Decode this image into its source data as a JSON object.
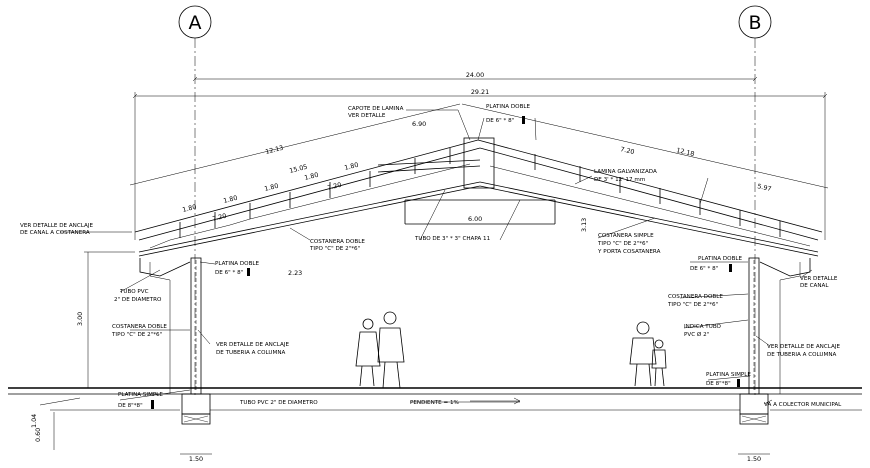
{
  "axes": {
    "left": "A",
    "right": "B"
  },
  "dimensions": {
    "total_width": "24.00",
    "roof_width": "29.21",
    "left_slope": "12.13",
    "right_slope": "12.18",
    "ridge_top": "6.90",
    "right_top": "7.20",
    "left_segments": [
      "1.80",
      "1.80",
      "1.80",
      "1.80",
      "1.80",
      "15.05"
    ],
    "left_small": [
      "7.20",
      "7.20"
    ],
    "purlin_gap": "2.23",
    "ridge_span": "6.00",
    "right_end": "5.97",
    "right_height": "3.13",
    "column_height": "3.00",
    "footing_depth": "1.04",
    "footing_thickness": "0.60",
    "footing_left": "1.50",
    "footing_right": "1.50"
  },
  "labels": {
    "capote": [
      "CAPOTE DE LAMINA",
      "VER DETALLE"
    ],
    "platina_top": [
      "PLATINA DOBLE",
      "DE 6\" * 8\""
    ],
    "lamina": [
      "LAMINA GALVANIZADA",
      "DE 3' * 12' 17 mm"
    ],
    "anclaje_canal": [
      "VER DETALLE DE ANCLAJE",
      "DE CANAL A COSTANERA"
    ],
    "costanera_doble_top": [
      "COSTANERA DOBLE",
      "TIPO \"C\" DE 2\"*6\""
    ],
    "tubo": "TUBO DE 3\" * 3\" CHAPA 11",
    "costanera_simple": [
      "COSTANERA SIMPLE",
      "TIPO \"C\" DE 2\"*6\"",
      "Y PORTA COSATANERA"
    ],
    "platina_left": [
      "PLATINA DOBLE",
      "DE 6\" * 8\""
    ],
    "platina_right": [
      "PLATINA DOBLE",
      "DE 6\" * 8\""
    ],
    "canal": [
      "VER DETALLE",
      "DE CANAL"
    ],
    "tubo_pvc_left": [
      "TUBO PVC",
      "2\" DE DIAMETRO"
    ],
    "costanera_col_left": [
      "COSTANERA DOBLE",
      "TIPO \"C\" DE 2\"*6\""
    ],
    "costanera_col_right": [
      "COSTANERA DOBLE",
      "TIPO \"C\" DE 2\"*6\""
    ],
    "anclaje_tuberia_left": [
      "VER DETALLE DE ANCLAJE",
      "DE TUBERIA A COLUMNA"
    ],
    "anclaje_tuberia_right": [
      "VER DETALLE DE ANCLAJE",
      "DE TUBERIA A COLUMNA"
    ],
    "indica_tubo": [
      "INDICA TUBO",
      "PVC Ø 2\""
    ],
    "platina_simple_left": [
      "PLATINA SIMPLE",
      "DE 8\"*8\""
    ],
    "platina_simple_right": [
      "PLATINA SIMPLE",
      "DE 8\"*8\""
    ],
    "tubo_pvc_floor": "TUBO PVC 2\" DE DIAMETRO",
    "pendiente": "PENDIENTE = 1%",
    "colector": "VA A COLECTOR MUNICIPAL"
  }
}
